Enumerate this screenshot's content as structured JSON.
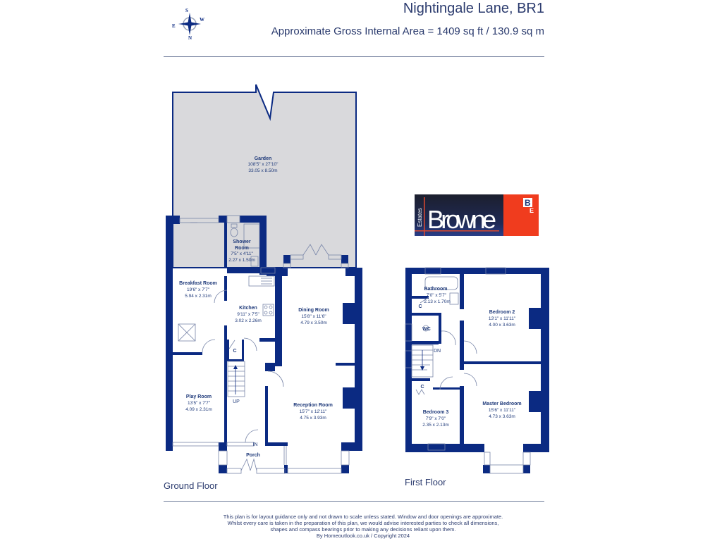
{
  "header": {
    "title": "Nightingale Lane, BR1",
    "area": "Approximate Gross Internal Area = 1409 sq ft / 130.9 sq m"
  },
  "compass": {
    "n": "N",
    "s": "S",
    "e": "E",
    "w": "W"
  },
  "colors": {
    "wall": "#0b2a82",
    "garden": "#d9d9dc",
    "text": "#2b3b6e",
    "logo_red": "#f03c1e",
    "logo_dark": "#1c1f2e"
  },
  "logo": {
    "brand": "Browne",
    "side": "Estates",
    "badge_b": "B",
    "badge_e": "E"
  },
  "ground_floor": {
    "label": "Ground Floor",
    "rooms": [
      {
        "name": "Garden",
        "imperial": "108'5\" x 27'10\"",
        "metric": "33.05 x 8.50m"
      },
      {
        "name": "Shower",
        "name2": "Room",
        "imperial": "7'5\" x 4'11\"",
        "metric": "2.27 x 1.50m"
      },
      {
        "name": "Breakfast Room",
        "imperial": "19'6\" x 7'7\"",
        "metric": "5.94 x 2.31m"
      },
      {
        "name": "Kitchen",
        "imperial": "9'11\" x 7'5\"",
        "metric": "3.02 x 2.26m"
      },
      {
        "name": "Dining Room",
        "imperial": "15'8\" x 11'6\"",
        "metric": "4.79 x 3.50m"
      },
      {
        "name": "Play Room",
        "imperial": "13'5\" x 7'7\"",
        "metric": "4.09 x 2.31m"
      },
      {
        "name": "Reception Room",
        "imperial": "15'7\" x 12'11\"",
        "metric": "4.75 x 3.93m"
      },
      {
        "name": "Porch"
      }
    ],
    "markers": {
      "cupboard": "C",
      "up": "UP",
      "in": "IN"
    }
  },
  "first_floor": {
    "label": "First Floor",
    "rooms": [
      {
        "name": "Bathroom",
        "imperial": "7'0\" x 5'7\"",
        "metric": "2.13 x 1.70m"
      },
      {
        "name": "Bedroom 2",
        "imperial": "13'1\" x 11'11\"",
        "metric": "4.00 x 3.63m"
      },
      {
        "name": "Bedroom 3",
        "imperial": "7'9\" x 7'0\"",
        "metric": "2.35 x 2.13m"
      },
      {
        "name": "Master Bedroom",
        "imperial": "15'6\" x 11'11\"",
        "metric": "4.73 x 3.63m"
      },
      {
        "name": "WC"
      }
    ],
    "markers": {
      "cupboard": "C",
      "cupboard2": "C",
      "down": "DN"
    }
  },
  "disclaimer": {
    "line1": "This plan is for layout guidance only and not drawn to scale unless stated. Window and door openings are approximate.",
    "line2": "Whilst every care is taken in the preparation of this plan, we would advise interested parties to check all dimensions,",
    "line3": "shapes and compass bearings prior to making any decisions reliant upon them.",
    "line4": "By Homeoutlook.co.uk / Copyright 2024"
  }
}
